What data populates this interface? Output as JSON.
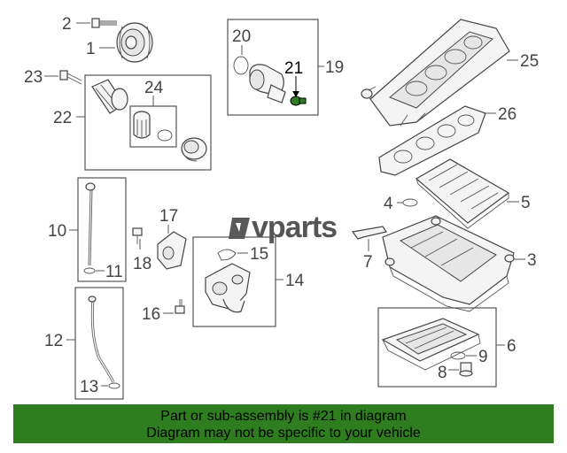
{
  "logo": {
    "text": "vparts"
  },
  "callouts": [
    {
      "id": "c1",
      "label": "1"
    },
    {
      "id": "c2",
      "label": "2"
    },
    {
      "id": "c3",
      "label": "3"
    },
    {
      "id": "c4",
      "label": "4"
    },
    {
      "id": "c5",
      "label": "5"
    },
    {
      "id": "c6",
      "label": "6"
    },
    {
      "id": "c7",
      "label": "7"
    },
    {
      "id": "c8",
      "label": "8"
    },
    {
      "id": "c9",
      "label": "9"
    },
    {
      "id": "c10",
      "label": "10"
    },
    {
      "id": "c11",
      "label": "11"
    },
    {
      "id": "c12",
      "label": "12"
    },
    {
      "id": "c13",
      "label": "13"
    },
    {
      "id": "c14",
      "label": "14"
    },
    {
      "id": "c15",
      "label": "15"
    },
    {
      "id": "c16",
      "label": "16"
    },
    {
      "id": "c17",
      "label": "17"
    },
    {
      "id": "c18",
      "label": "18"
    },
    {
      "id": "c19",
      "label": "19"
    },
    {
      "id": "c20",
      "label": "20"
    },
    {
      "id": "c21",
      "label": "21"
    },
    {
      "id": "c22",
      "label": "22"
    },
    {
      "id": "c23",
      "label": "23"
    },
    {
      "id": "c24",
      "label": "24"
    },
    {
      "id": "c25",
      "label": "25"
    },
    {
      "id": "c26",
      "label": "26"
    }
  ],
  "highlighted_part": "21",
  "highlight_color": "#2e7d1f",
  "banner": {
    "line1": "Part or sub-assembly is #21 in diagram",
    "line2": "Diagram may not be specific to your vehicle",
    "background": "#2e7d1f"
  }
}
